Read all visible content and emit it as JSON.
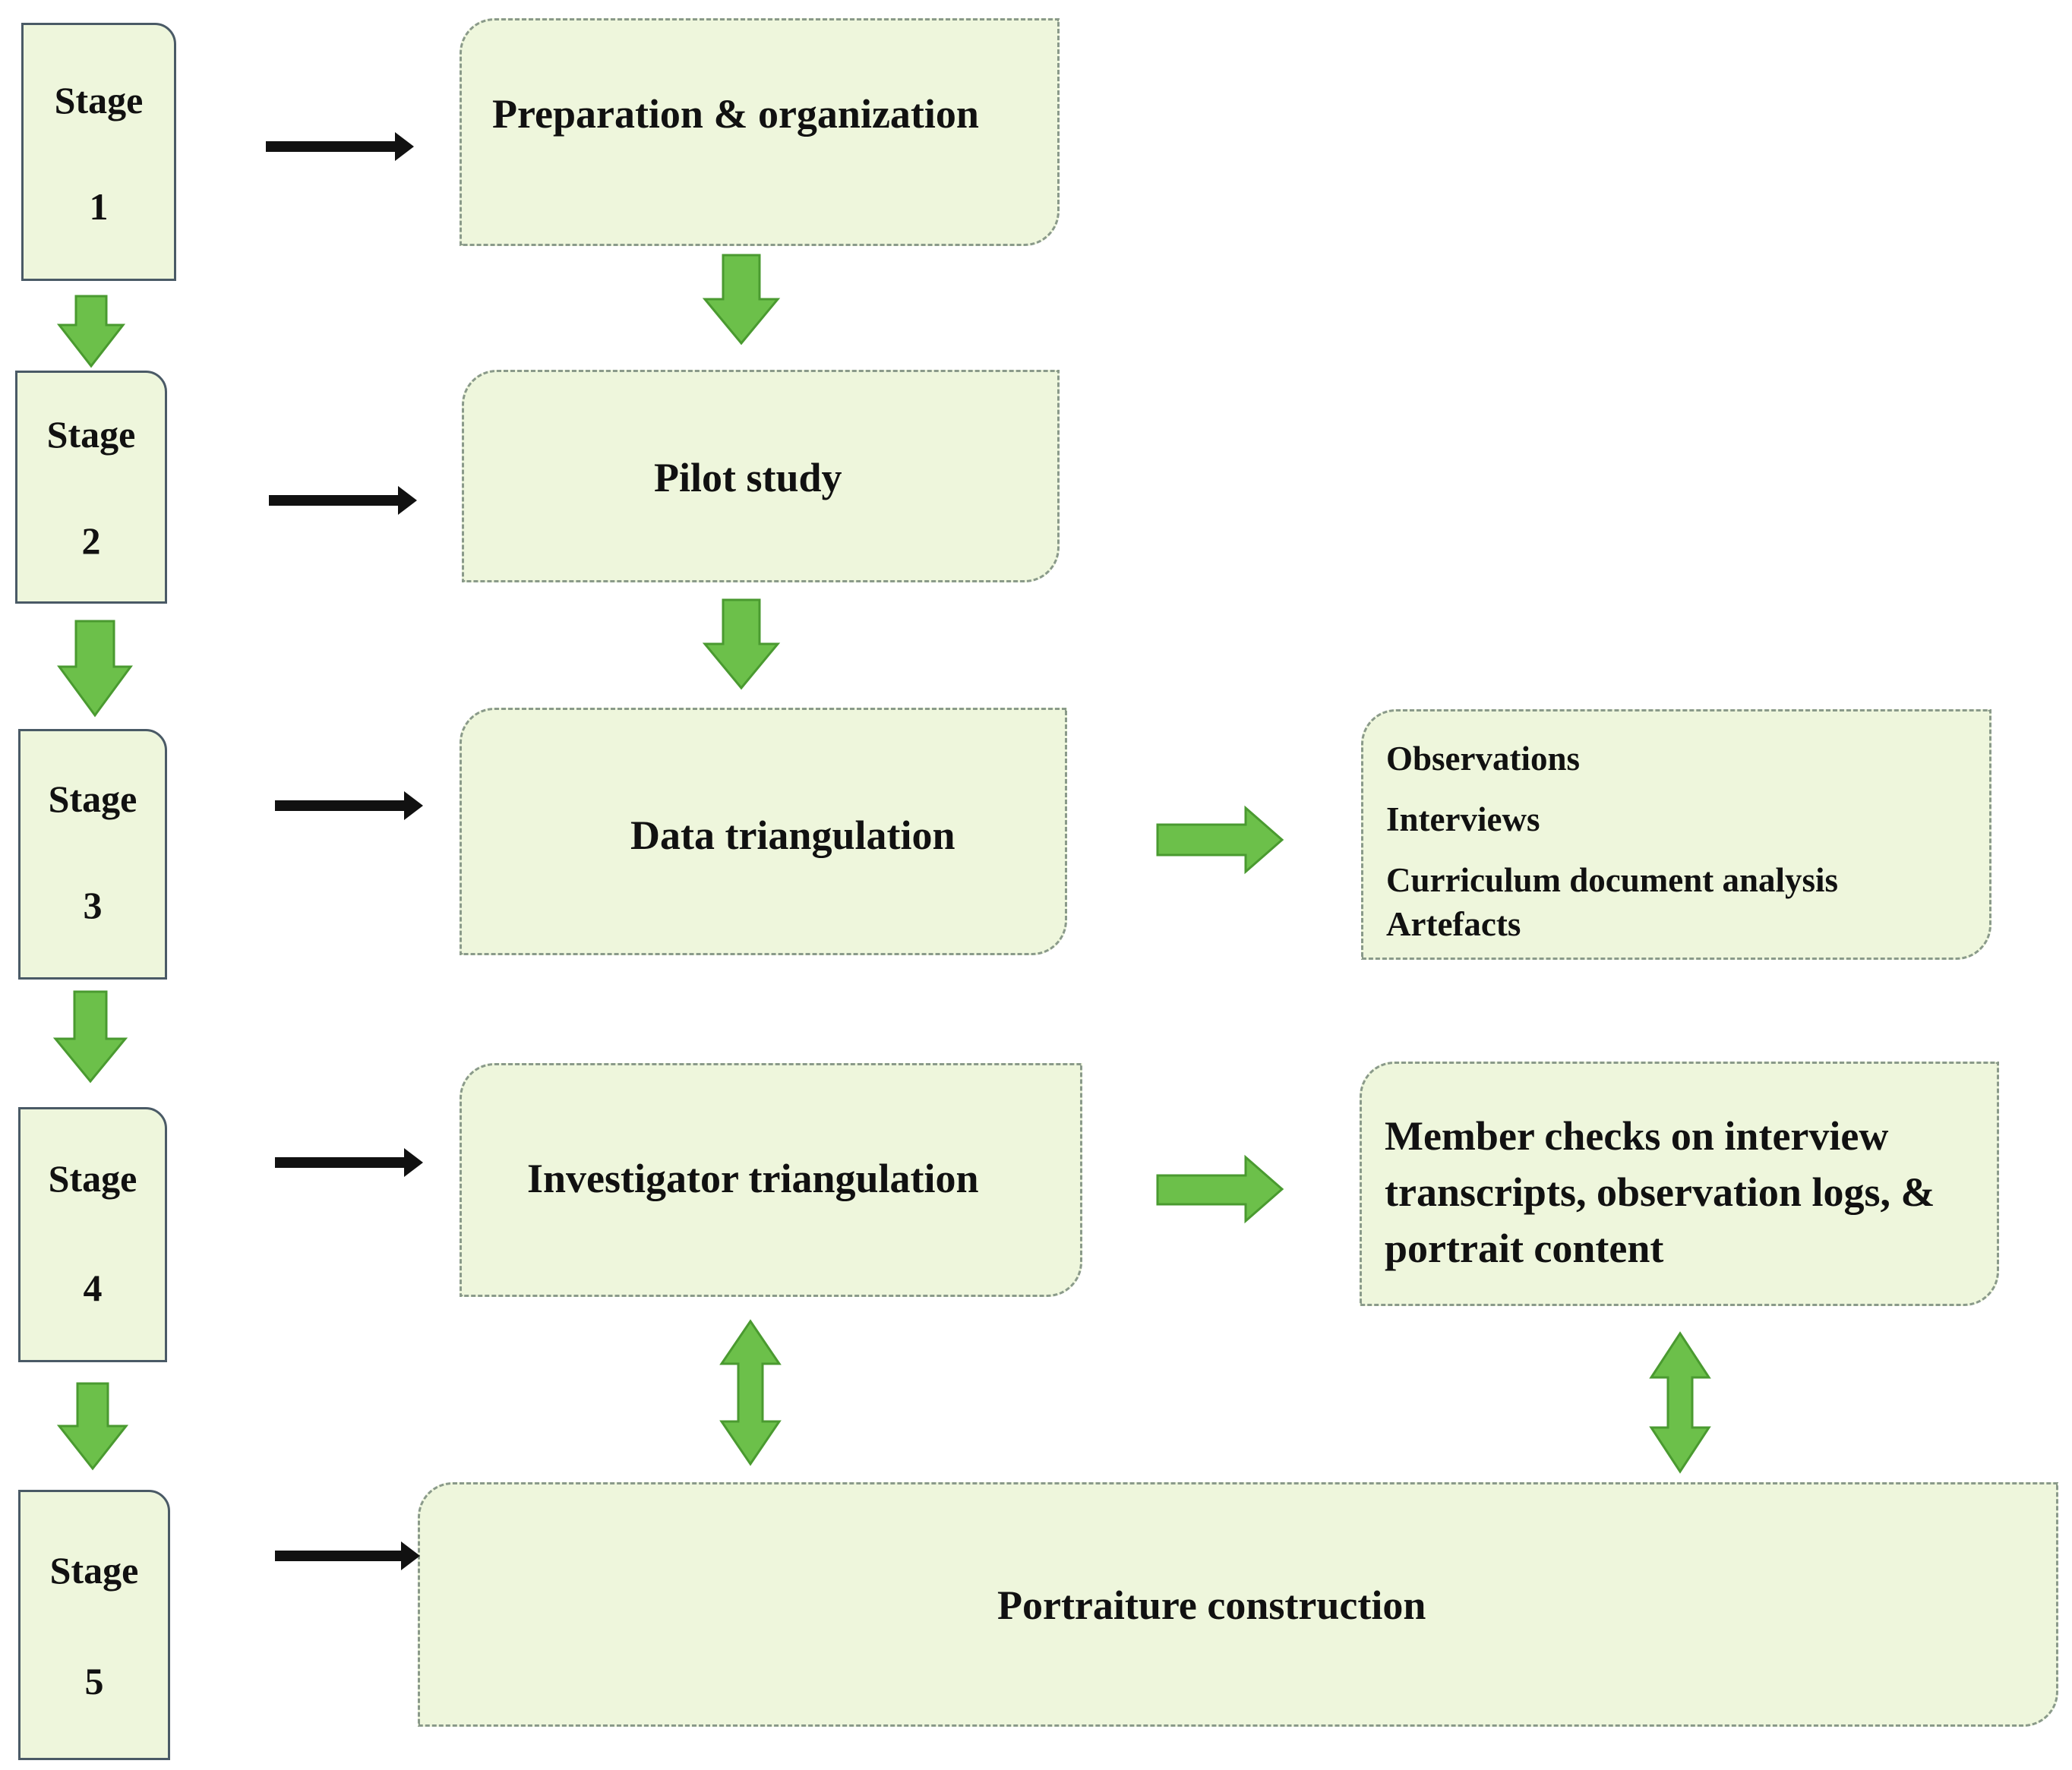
{
  "stages": [
    {
      "word": "Stage",
      "number": "1"
    },
    {
      "word": "Stage",
      "number": "2"
    },
    {
      "word": "Stage",
      "number": "3"
    },
    {
      "word": "Stage",
      "number": "4"
    },
    {
      "word": "Stage",
      "number": "5"
    }
  ],
  "process": {
    "preparation": "Preparation & organization",
    "pilot": "Pilot study",
    "data_triangulation": "Data triangulation",
    "investigator_triangulation": "Investigator triangulation",
    "portraiture": "Portraiture construction"
  },
  "data_sources": [
    "Observations",
    "Interviews",
    "Curriculum document analysis",
    "Artefacts"
  ],
  "member_checks": [
    "Member checks on interview",
    "transcripts, observation logs, &",
    "portrait content"
  ],
  "colors": {
    "box_fill": "#eef6dc",
    "green_arrow": "#6cc04a",
    "black_arrow": "#111111"
  }
}
